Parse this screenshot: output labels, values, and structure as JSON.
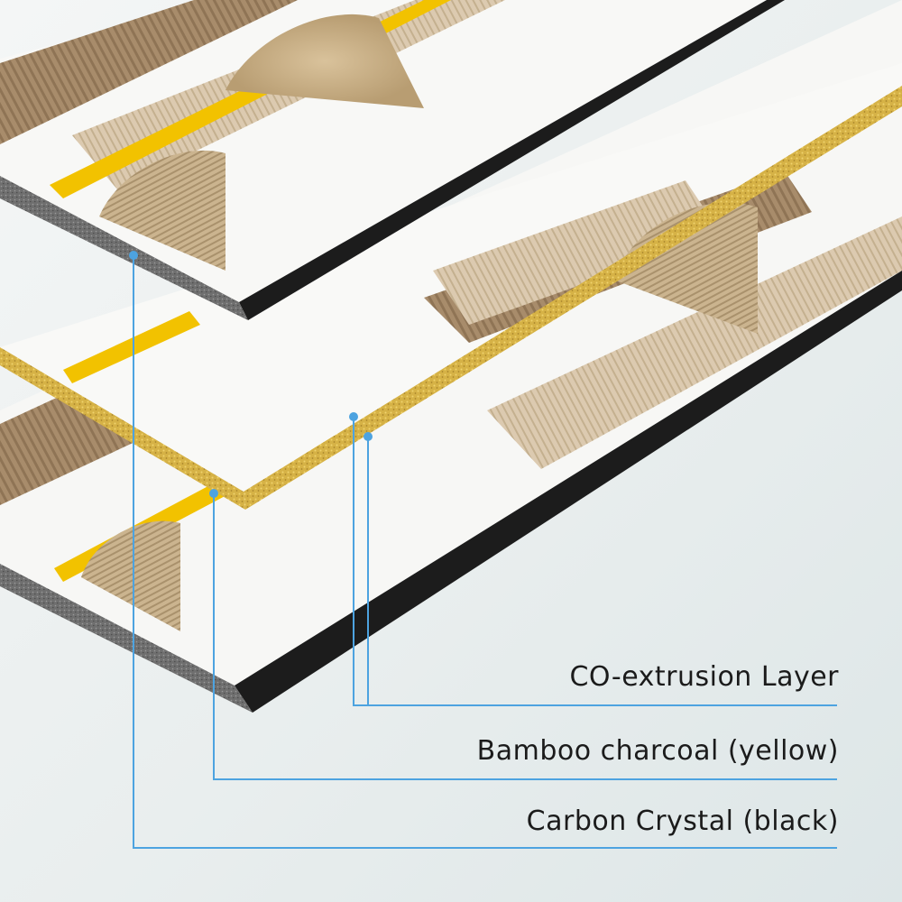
{
  "diagram": {
    "callouts": [
      {
        "id": "co-extrusion",
        "label": "CO-extrusion Layer"
      },
      {
        "id": "bamboo-charcoal",
        "label": "Bamboo charcoal (yellow)"
      },
      {
        "id": "carbon-crystal",
        "label": "Carbon Crystal (black)"
      }
    ],
    "colors": {
      "callout_line": "#4da3e0",
      "board_face": "#f7f7f5",
      "bamboo_core": "#d8b54a",
      "carbon_core": "#1c1c1c",
      "gold_strip": "#f2c200",
      "wood_pattern": "#a78a69",
      "rope_pattern": "#c8b08a"
    }
  }
}
